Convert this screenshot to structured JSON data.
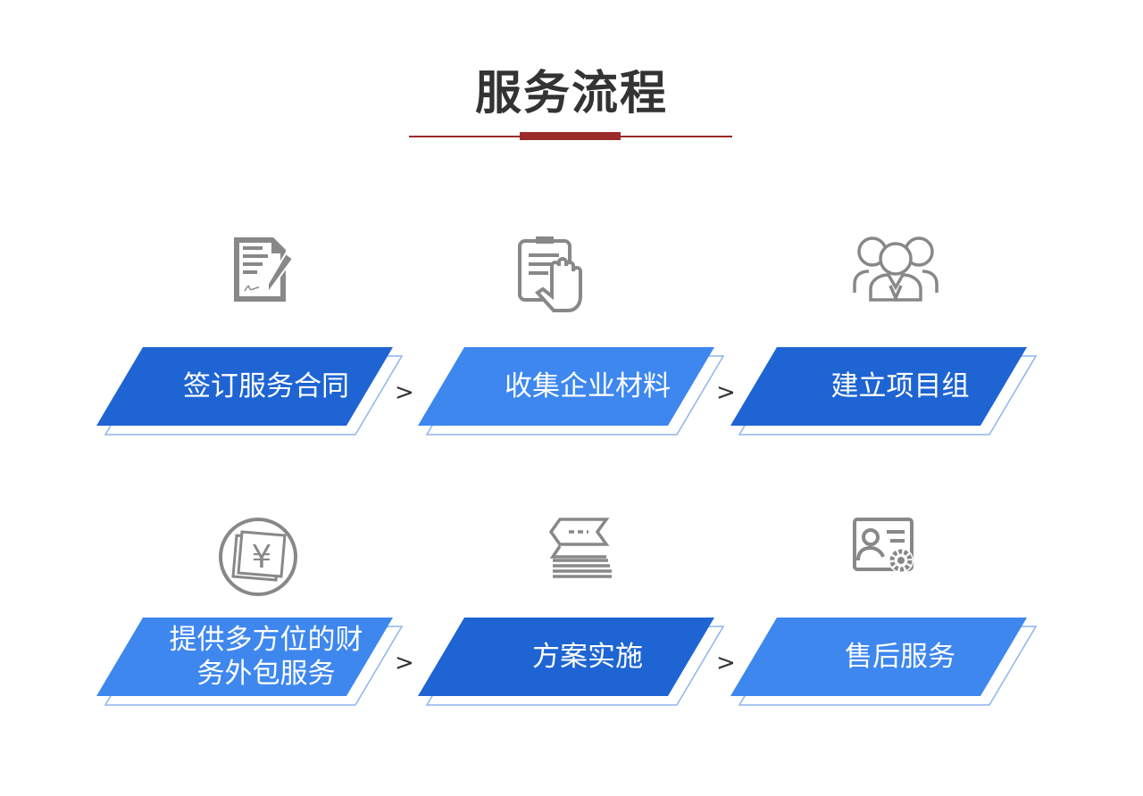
{
  "title": "服务流程",
  "colors": {
    "dark": "#1e64d3",
    "light": "#3e87ef",
    "outline": "#8fb4ea",
    "icon": "#888888",
    "accent": "#9b2a2a"
  },
  "arrow": ">",
  "steps": [
    {
      "label": "签订服务合同",
      "icon": "contract-sign-icon",
      "tone": "dark"
    },
    {
      "label": "收集企业材料",
      "icon": "clipboard-hand-icon",
      "tone": "light"
    },
    {
      "label": "建立项目组",
      "icon": "team-icon",
      "tone": "dark"
    },
    {
      "label": "提供多方位的财务外包服务",
      "icon": "yuan-money-icon",
      "tone": "light"
    },
    {
      "label": "方案实施",
      "icon": "stacked-papers-icon",
      "tone": "dark"
    },
    {
      "label": "售后服务",
      "icon": "profile-settings-icon",
      "tone": "light"
    }
  ]
}
